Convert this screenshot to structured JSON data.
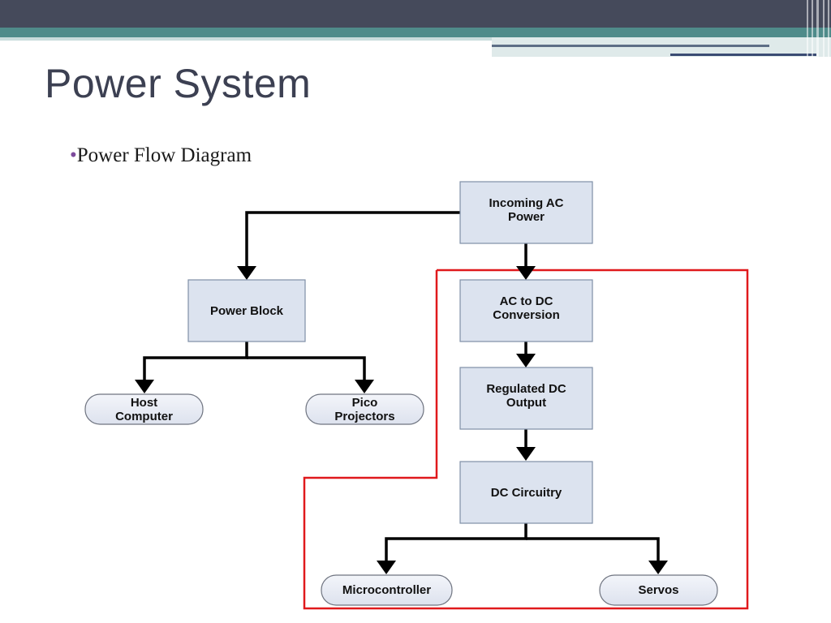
{
  "slide": {
    "title": "Power System",
    "bullet": "Power Flow Diagram"
  },
  "colors": {
    "header_dark": "#454a5b",
    "header_teal": "#4f8b8a",
    "box_fill": "#dce3ef",
    "box_stroke": "#7f8fa6",
    "highlight": "#e0191c",
    "arrow": "#000000"
  },
  "diagram": {
    "nodes": {
      "incoming_ac": "Incoming AC\nPower",
      "power_block": "Power Block",
      "ac_dc": "AC to DC\nConversion",
      "regulated_dc": "Regulated DC\nOutput",
      "dc_circuitry": "DC Circuitry",
      "host_computer": "Host\nComputer",
      "pico_projectors": "Pico\nProjectors",
      "microcontroller": "Microcontroller",
      "servos": "Servos"
    }
  }
}
